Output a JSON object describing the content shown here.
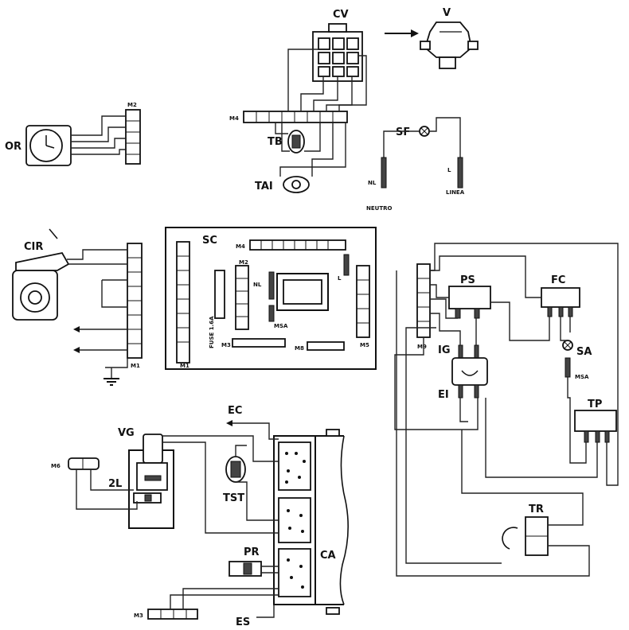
{
  "labels": {
    "cv": "CV",
    "v": "V",
    "or": "OR",
    "tb": "TB",
    "tai": "TAI",
    "sf": "SF",
    "nl": "NL",
    "neutro": "NEUTRO",
    "l": "L",
    "linea": "LINEA",
    "cir": "CIR",
    "sc": "SC",
    "fuse": "FUSE 1.6A",
    "nl2": "NL",
    "l2": "L",
    "msa": "MSA",
    "ps": "PS",
    "fc": "FC",
    "ig": "IG",
    "ei": "EI",
    "sa": "SA",
    "msa2": "MSA",
    "tp": "TP",
    "ec": "EC",
    "vg": "VG",
    "zl": "2L",
    "tst": "TST",
    "pr": "PR",
    "ca": "CA",
    "es": "ES",
    "tr": "TR"
  },
  "connectors": {
    "m4_top": "M4",
    "m2_or": "M2",
    "m1": "M1",
    "m4_sc": "M4",
    "m2_sc": "M2",
    "m3": "M3",
    "m8": "M8",
    "m5": "M5",
    "m9": "M9",
    "m6": "M6",
    "m3_bottom": "M3"
  }
}
